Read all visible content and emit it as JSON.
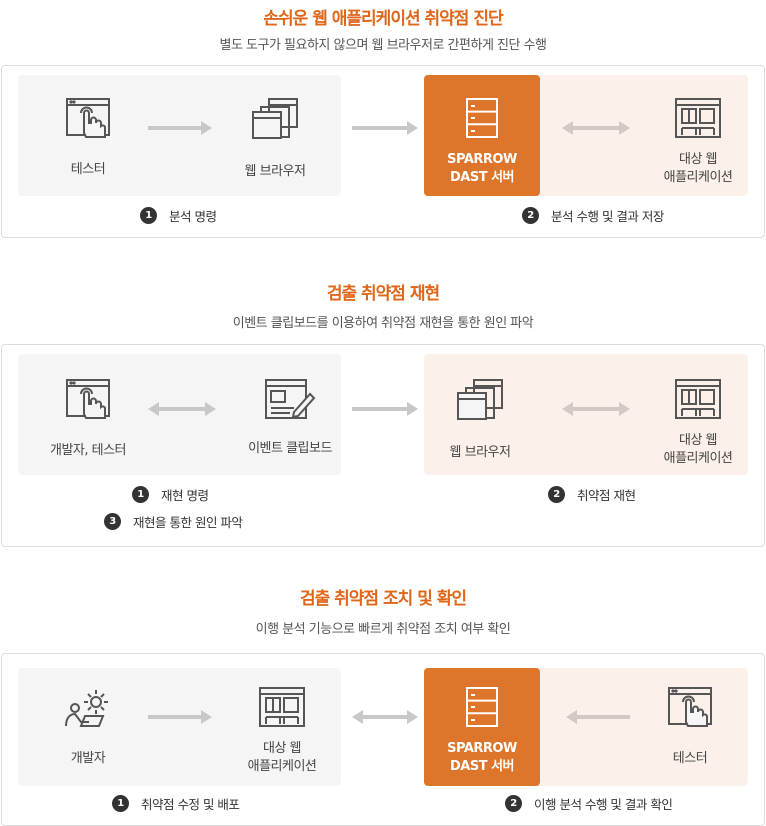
{
  "colors": {
    "accent": "#dd762b",
    "title": "#e0661a",
    "pink": "#fcf0ea",
    "gray": "#f5f5f5"
  },
  "sections": [
    {
      "title": "손쉬운 웹 애플리케이션 취약점 진단",
      "subtitle": "별도 도구가 필요하지 않으며 웹 브라우저로 간편하게 진단 수행",
      "nodes": [
        {
          "icon": "tester-icon",
          "label": "테스터"
        },
        {
          "icon": "browser-icon",
          "label": "웹 브라우저"
        },
        {
          "icon": "server-icon",
          "label": "SPARROW\nDAST 서버"
        },
        {
          "icon": "web-app-icon",
          "label": "대상 웹\n애플리케이션"
        }
      ],
      "steps": [
        {
          "num": "1",
          "label": "분석 명령"
        },
        {
          "num": "2",
          "label": "분석 수행 및 결과 저장"
        }
      ]
    },
    {
      "title": "검출 취약점 재현",
      "subtitle": "이벤트 클립보드를 이용하여 취약점 재현을 통한 원인 파악",
      "nodes": [
        {
          "icon": "tester-icon",
          "label": "개발자, 테스터"
        },
        {
          "icon": "clipboard-icon",
          "label": "이벤트 클립보드"
        },
        {
          "icon": "browser-icon",
          "label": "웹 브라우저"
        },
        {
          "icon": "web-app-icon",
          "label": "대상 웹\n애플리케이션"
        }
      ],
      "steps": [
        {
          "num": "1",
          "label": "재현 명령"
        },
        {
          "num": "2",
          "label": "취약점 재현"
        },
        {
          "num": "3",
          "label": "재현을 통한 원인 파악"
        }
      ]
    },
    {
      "title": "검출 취약점 조치 및 확인",
      "subtitle": "이행 분석 기능으로 빠르게 취약점 조치 여부 확인",
      "nodes": [
        {
          "icon": "developer-icon",
          "label": "개발자"
        },
        {
          "icon": "web-app-icon",
          "label": "대상 웹\n애플리케이션"
        },
        {
          "icon": "server-icon",
          "label": "SPARROW\nDAST 서버"
        },
        {
          "icon": "tester-icon",
          "label": "테스터"
        }
      ],
      "steps": [
        {
          "num": "1",
          "label": "취약점 수정 및 배포"
        },
        {
          "num": "2",
          "label": "이행 분석 수행 및 결과 확인"
        }
      ]
    }
  ]
}
